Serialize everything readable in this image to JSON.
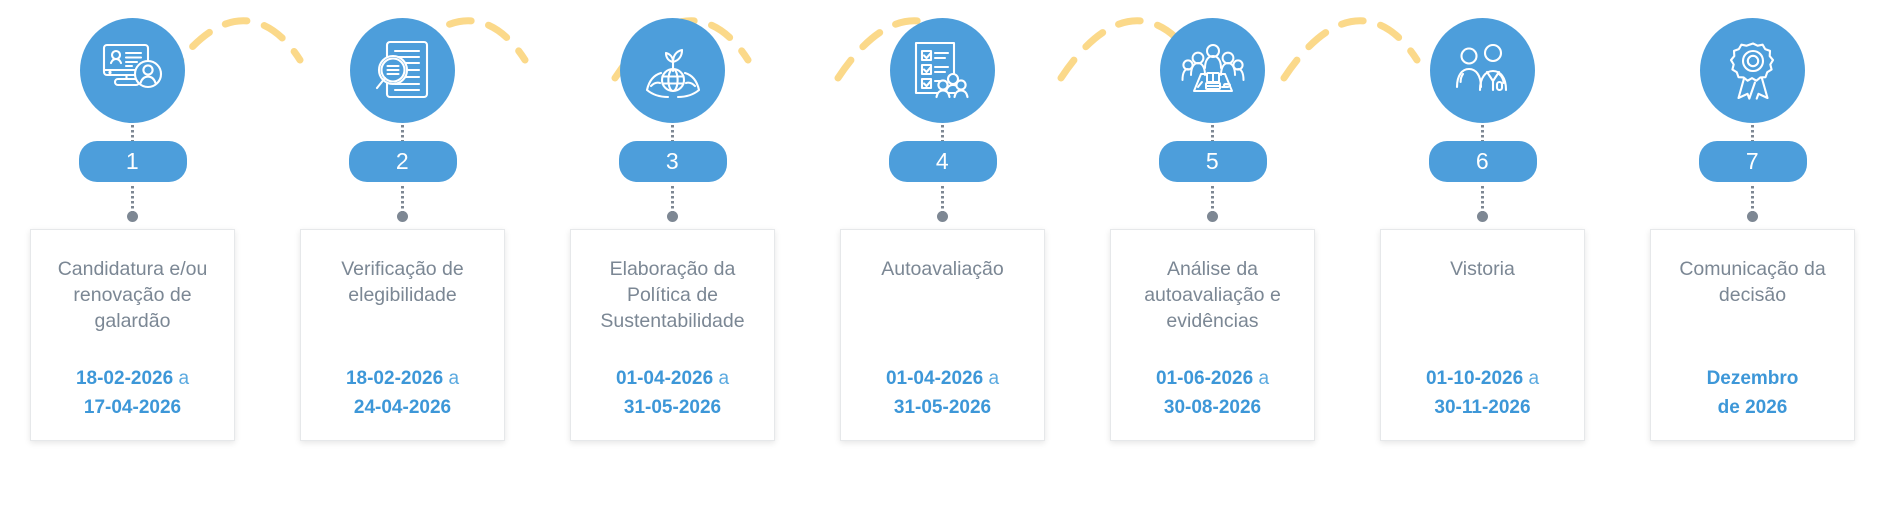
{
  "theme": {
    "accent_blue": "#4d9edb",
    "date_blue": "#3d97d8",
    "title_gray": "#7b8794",
    "curve_yellow": "#fbd98a",
    "card_bg": "#ffffff",
    "page_bg": "#ffffff"
  },
  "steps": [
    {
      "number": "1",
      "icon": "computer-user-profile-icon",
      "title": "Candidatura e/ou\nrenovação de\ngalardão",
      "date_start": "18-02-2026",
      "date_sep": "a",
      "date_end": "17-04-2026"
    },
    {
      "number": "2",
      "icon": "magnifier-document-icon",
      "title": "Verificação de\nelegibilidade",
      "date_start": "18-02-2026",
      "date_sep": "a",
      "date_end": "24-04-2026"
    },
    {
      "number": "3",
      "icon": "hands-plant-globe-icon",
      "title": "Elaboração da\nPolítica de\nSustentabilidade",
      "date_start": "01-04-2026",
      "date_sep": "a",
      "date_end": "31-05-2026"
    },
    {
      "number": "4",
      "icon": "checklist-people-icon",
      "title": "Autoavaliação",
      "date_start": "01-04-2026",
      "date_sep": "a",
      "date_end": "31-05-2026"
    },
    {
      "number": "5",
      "icon": "meeting-table-people-icon",
      "title": "Análise da\nautoavaliação e\nevidências",
      "date_start": "01-06-2026",
      "date_sep": "a",
      "date_end": "30-08-2026"
    },
    {
      "number": "6",
      "icon": "inspector-two-people-icon",
      "title": "Vistoria",
      "date_start": "01-10-2026",
      "date_sep": "a",
      "date_end": "30-11-2026"
    },
    {
      "number": "7",
      "icon": "award-ribbon-icon",
      "title": "Comunicação da\ndecisão",
      "date_start": "Dezembro",
      "date_sep": "",
      "date_end": "de 2026"
    }
  ]
}
